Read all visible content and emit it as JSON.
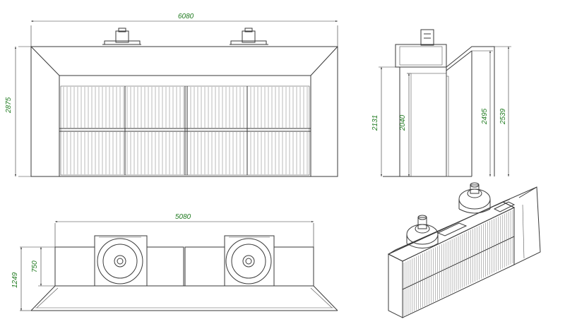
{
  "drawing": {
    "front_view": {
      "width_label": "6080",
      "height_label": "2875"
    },
    "side_view": {
      "labels": [
        "2131",
        "2040",
        "2495",
        "2539"
      ]
    },
    "top_view": {
      "width_label": "5080",
      "depth_label": "1249",
      "unit_depth_label": "750"
    }
  }
}
